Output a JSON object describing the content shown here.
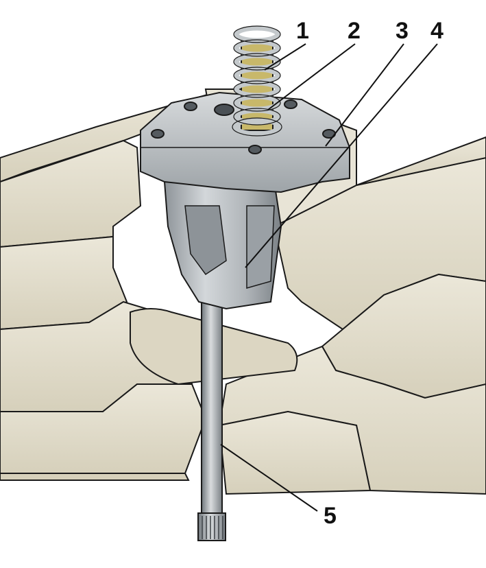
{
  "callouts": [
    {
      "id": "1",
      "label": "1"
    },
    {
      "id": "2",
      "label": "2"
    },
    {
      "id": "3",
      "label": "3"
    },
    {
      "id": "4",
      "label": "4"
    },
    {
      "id": "5",
      "label": "5"
    }
  ],
  "colors": {
    "background": "#ffffff",
    "block": "#e4e0d1",
    "block_shadow": "#cfc9b4",
    "pump_body": "#b7bcc0",
    "pump_dark": "#7f868b",
    "spring": "#9aa0a5",
    "inner_sleeve": "#c8b86a",
    "outline": "#1a1a1a"
  }
}
